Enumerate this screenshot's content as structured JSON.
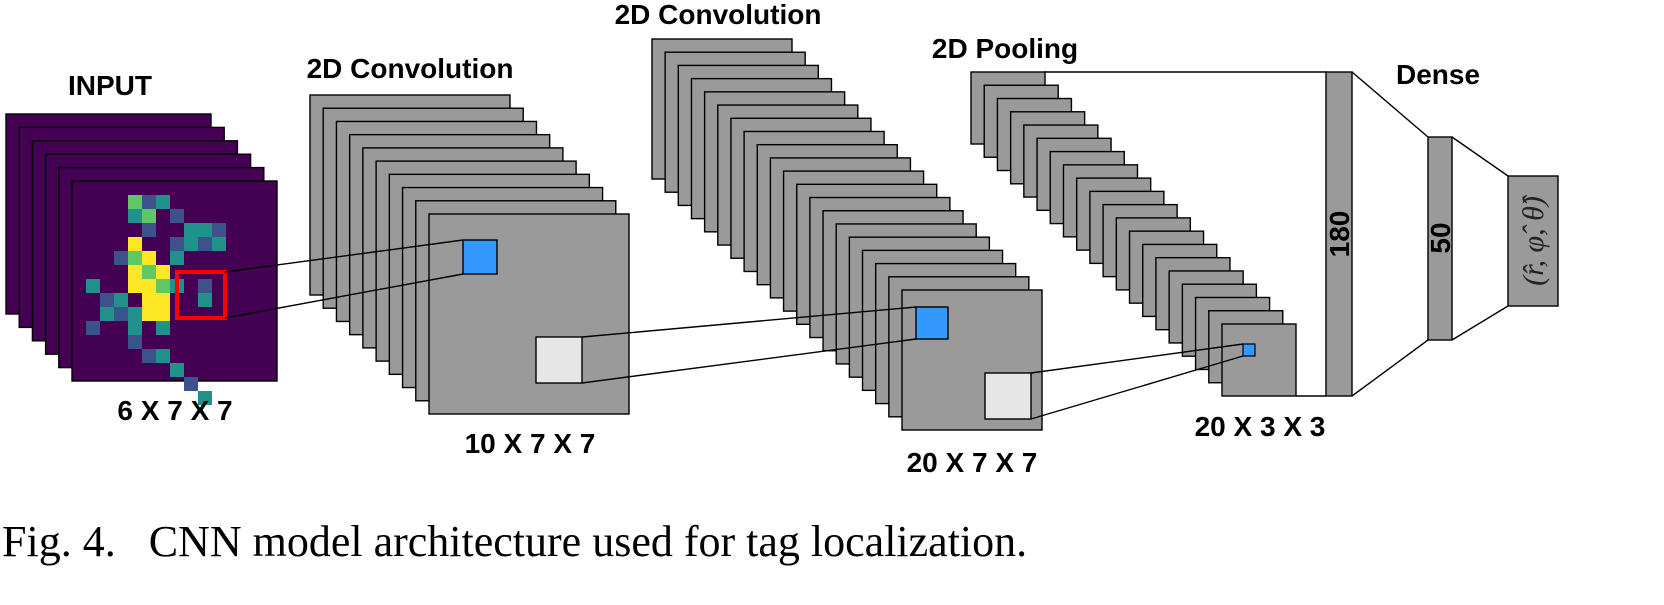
{
  "labels": {
    "input": "INPUT",
    "conv1": "2D Convolution",
    "conv2": "2D Convolution",
    "pool": "2D Pooling",
    "dense": "Dense"
  },
  "dims": {
    "input": "6 X 7 X 7",
    "conv1": "10 X 7 X 7",
    "conv2": "20 X 7 X 7",
    "pool": "20 X 3 X 3"
  },
  "dense_units": {
    "flatten": "180",
    "hidden": "50"
  },
  "output": "(r̂, φ̂, θ̂)",
  "caption": "Fig. 4.   CNN model architecture used for tag localization.",
  "stack_counts": {
    "input": 6,
    "conv1": 10,
    "conv2": 20,
    "pool": 20
  },
  "colors": {
    "feature_map": "#9a9a9a",
    "input_background": "#440154",
    "kernel_window": "#ff0000",
    "active_cell": "#3399ff",
    "receptive_field": "#e6e6e6",
    "heat_yellow": "#fde725",
    "heat_green": "#5ec962",
    "heat_teal": "#21918c",
    "heat_blue": "#3b528b"
  }
}
